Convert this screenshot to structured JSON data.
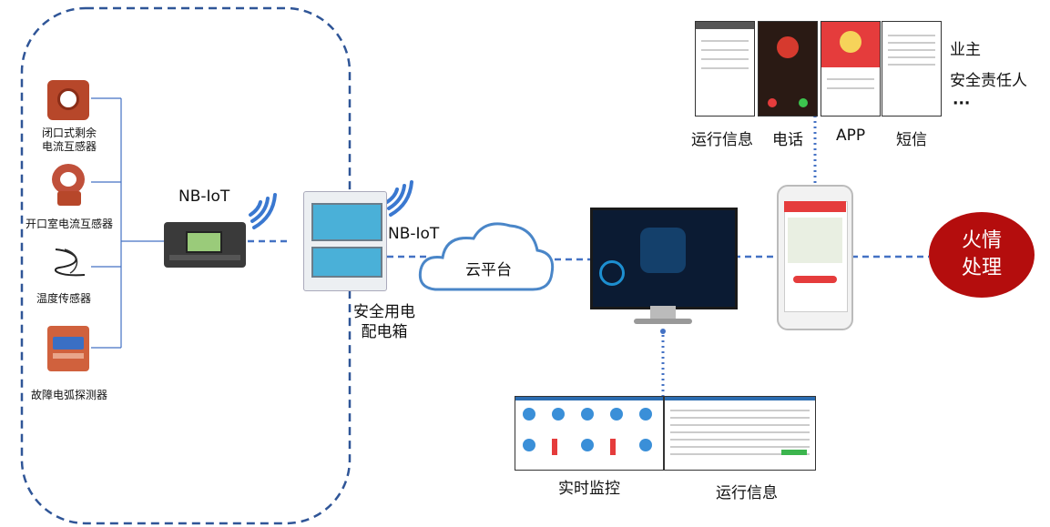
{
  "sensors": [
    {
      "label_line1": "闭口式剩余",
      "label_line2": "电流互感器",
      "icon": "closed-ct-icon"
    },
    {
      "label": "开口室电流互感器",
      "icon": "split-ct-icon"
    },
    {
      "label": "温度传感器",
      "icon": "temperature-sensor-icon"
    },
    {
      "label": "故障电弧探测器",
      "icon": "arc-detector-icon"
    }
  ],
  "gateway": {
    "label": "NB-IoT",
    "icon": "gateway-device-icon"
  },
  "distribution_box": {
    "label_line1": "安全用电",
    "label_line2": "配电箱",
    "nb_label": "NB-IoT",
    "icon": "distribution-box-icon"
  },
  "cloud": {
    "label": "云平台"
  },
  "notifications": {
    "items": [
      "运行信息",
      "电话",
      "APP",
      "短信"
    ],
    "recipients": [
      "业主",
      "安全责任人",
      "···"
    ]
  },
  "bottom_panels": [
    "实时监控",
    "运行信息"
  ],
  "fire": {
    "line1": "火情",
    "line2": "处理"
  },
  "colors": {
    "dashed": "#2f5597",
    "connector": "#4472c4",
    "fire": "#b40d0d"
  }
}
